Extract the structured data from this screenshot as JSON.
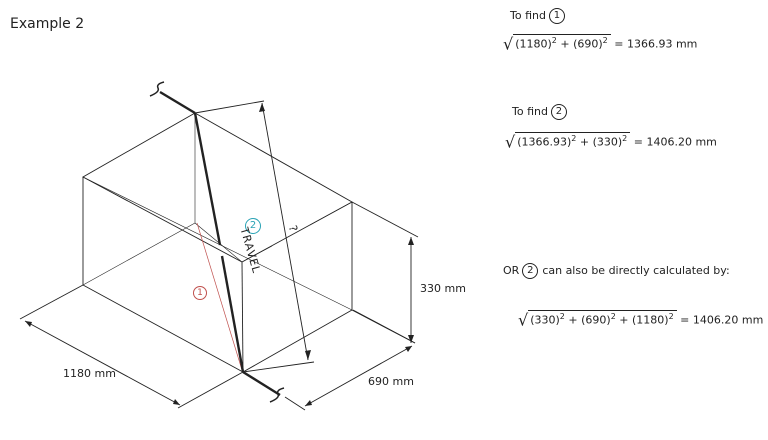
{
  "title": "Example 2",
  "diagram": {
    "labels": {
      "travel": "TRAVEL",
      "question": "?",
      "one": "1",
      "two": "2",
      "height": "330 mm",
      "length": "1180 mm",
      "width": "690 mm"
    },
    "colors": {
      "one": "#c0504d",
      "two": "#2aa3b5",
      "lines": "#222222"
    }
  },
  "calc": {
    "find1_label": "To find",
    "find1_num": "1",
    "eq1_a": "(1180)",
    "eq1_b": " + (690)",
    "eq1_exp": "2",
    "eq1_result": "= 1366.93 mm",
    "find2_label": "To find",
    "find2_num": "2",
    "eq2_a": "(1366.93)",
    "eq2_b": " + (330)",
    "eq2_exp": "2",
    "eq2_result": "= 1406.20 mm",
    "or_label": "OR",
    "or_num": "2",
    "or_text": "can also be directly calculated by:",
    "eq3_a": "(330)",
    "eq3_b": " + (690)",
    "eq3_c": " + (1180)",
    "eq3_exp": "2",
    "eq3_result": "= 1406.20 mm"
  }
}
